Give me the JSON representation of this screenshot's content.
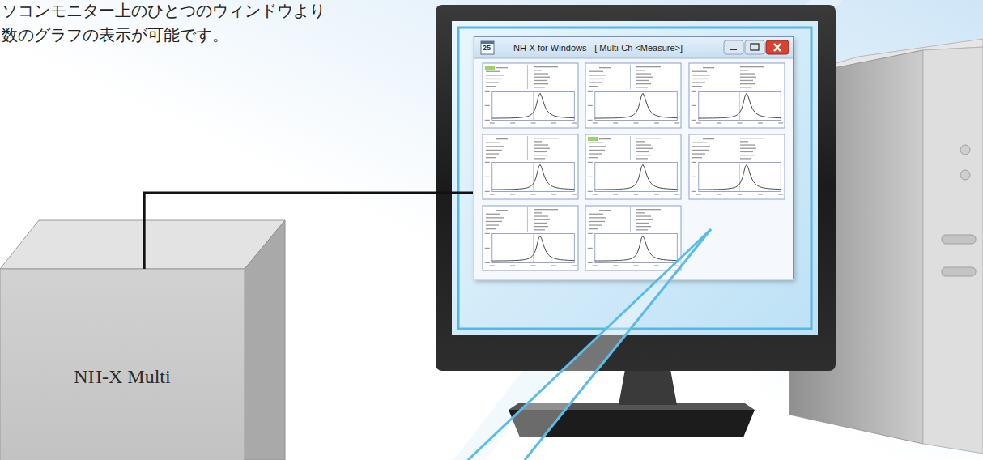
{
  "diagram": {
    "caption": "ソコンモニター上のひとつのウィンドウより 数のグラフの表示が可能です。",
    "nodes": [
      {
        "text": [
          "NH-X for Windows - [ Multi-Ch <Measure>]"
        ]
      },
      {
        "text": [
          "NH-X Multi"
        ]
      }
    ],
    "edges": [
      {
        "from": 1,
        "to": 0,
        "arrow": "none"
      }
    ],
    "labels": [
      "25"
    ]
  }
}
